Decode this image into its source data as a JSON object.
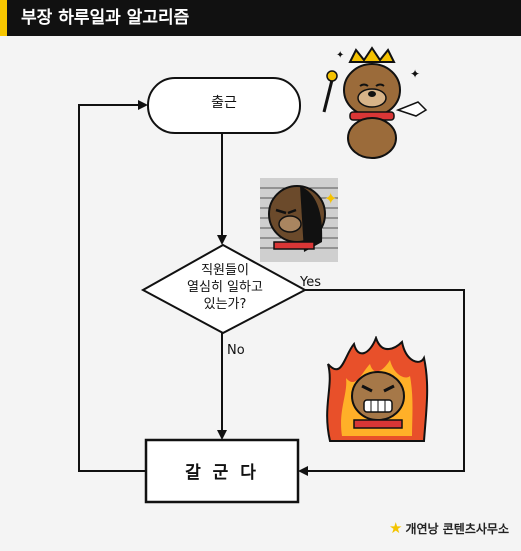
{
  "header": {
    "title": "부장 하루일과 알고리즘"
  },
  "flowchart": {
    "start_label": "출근",
    "decision_label": "직원들이\n열심히 일하고\n있는가?",
    "yes_label": "Yes",
    "no_label": "No",
    "end_label": "갈 군 다"
  },
  "footer": {
    "credit": "개연낭 콘텐츠사무소",
    "star_icon": "star-icon"
  },
  "colors": {
    "title_bg": "#111111",
    "accent": "#f7c600",
    "background": "#f4f4f4",
    "stroke": "#111111"
  }
}
